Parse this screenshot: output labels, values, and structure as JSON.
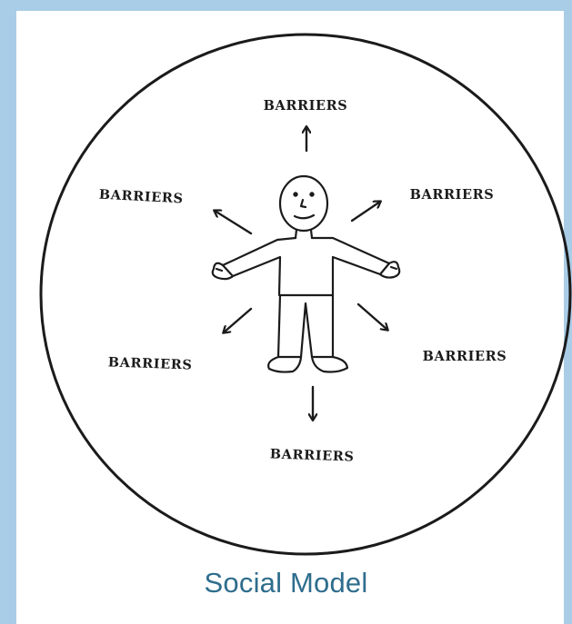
{
  "diagram": {
    "labels": {
      "top": "BARRIERS",
      "upper_left": "BARRIERS",
      "upper_right": "BARRIERS",
      "lower_left": "BARRIERS",
      "lower_right": "BARRIERS",
      "bottom": "BARRIERS"
    },
    "caption": "Social Model"
  },
  "colors": {
    "background": "#a9cde6",
    "panel": "#ffffff",
    "ink": "#1b1b1b",
    "caption": "#2f6d8d"
  }
}
